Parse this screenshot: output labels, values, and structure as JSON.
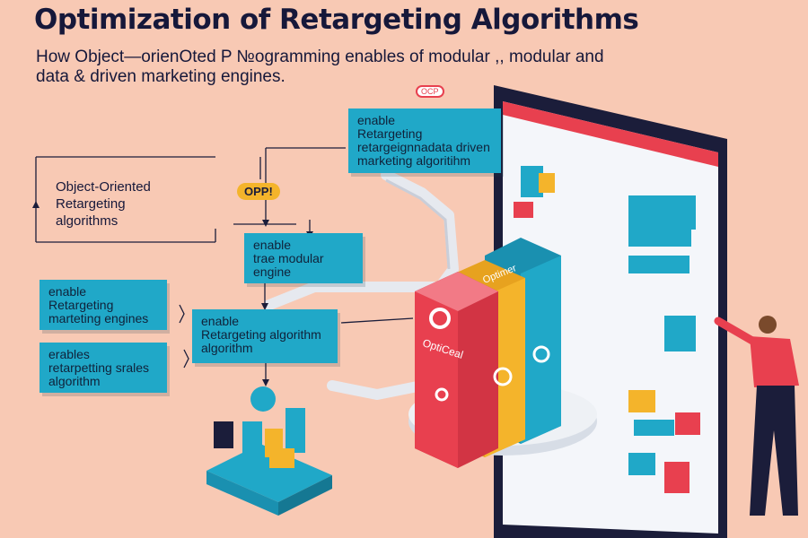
{
  "title": "Optimization of Retargeting Algorithms",
  "subtitle": {
    "line1": "How Object—orienOted P №ogramming enables of modular ,, modular  and",
    "line2": "data & driven  marketing engines."
  },
  "cards": {
    "top_center": [
      "enable",
      "Retargeting",
      "retargeignnadata driven",
      "marketing algoritihm"
    ],
    "left_outline": [
      "Object-Oriented",
      "Retargeting",
      "algorithms"
    ],
    "middle": [
      "enable",
      "trae modular",
      "engine"
    ],
    "left_a": [
      "enable",
      "Retargeting",
      "marteting engines"
    ],
    "left_b": [
      "erables",
      "retarpetting srales",
      "algorithm"
    ],
    "center": [
      "enable",
      "Retargeting algorithm",
      "algorithm"
    ]
  },
  "badges": {
    "opp": "OPP!",
    "small_top": "OCP"
  },
  "blocks": {
    "red_label": "OptiCeal",
    "yellow_label": "Optimer"
  },
  "colors": {
    "background": "#f8c9b4",
    "teal": "#20a8c8",
    "red": "#e8404f",
    "yellow": "#f4b42b",
    "navy": "#1b1d3a",
    "gray": "#d7dde6"
  }
}
